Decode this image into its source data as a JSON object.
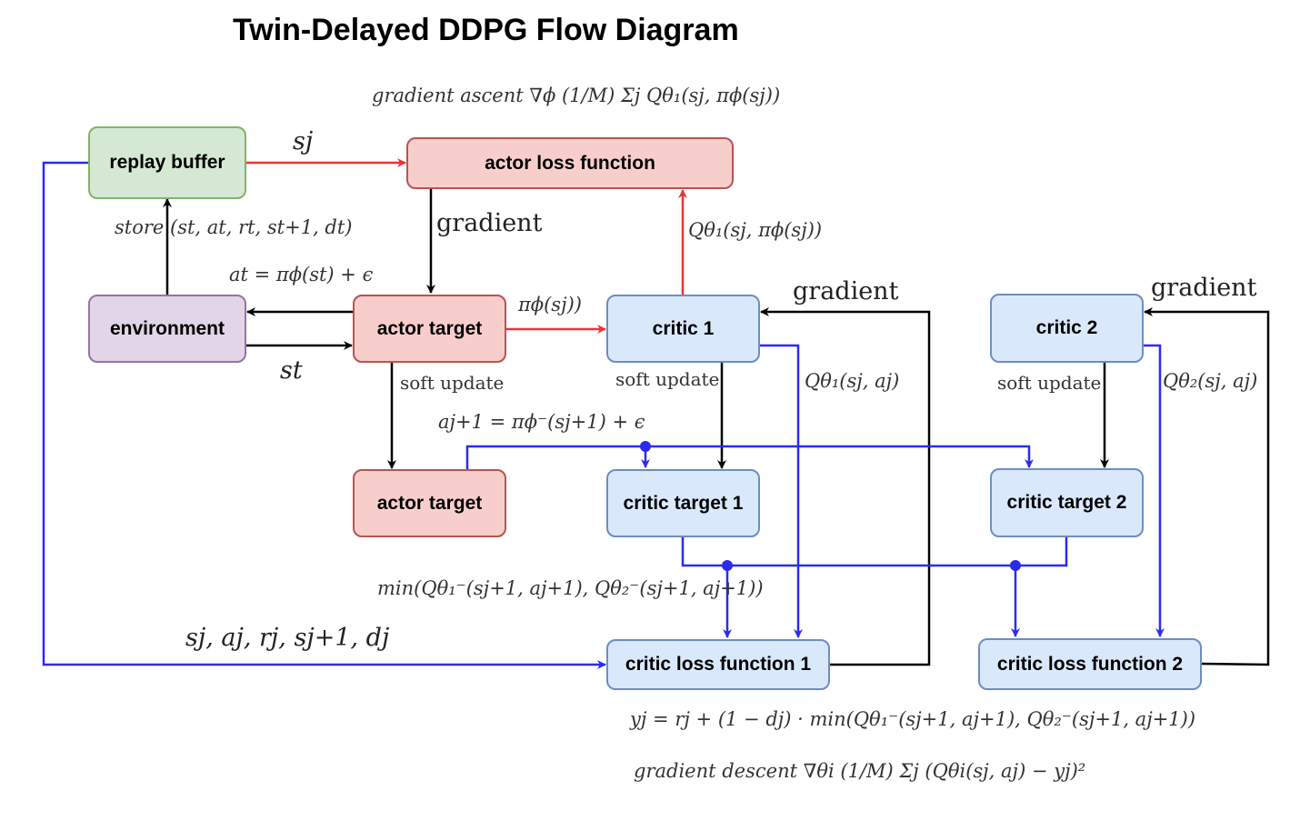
{
  "title": "Twin-Delayed DDPG Flow Diagram",
  "colors": {
    "blue_arrow": "#2b2bf0",
    "red_arrow": "#e83535",
    "black_arrow": "#000000"
  },
  "nodes": {
    "replay_buffer": "replay buffer",
    "actor_loss": "actor loss function",
    "environment": "environment",
    "actor_target_top": "actor target",
    "actor_target_bottom": "actor target",
    "critic1": "critic 1",
    "critic2": "critic 2",
    "critic_target1": "critic target 1",
    "critic_target2": "critic target 2",
    "critic_loss1": "critic loss function 1",
    "critic_loss2": "critic loss function 2"
  },
  "labels": {
    "gradient_ascent": "gradient ascent   ∇ϕ (1/M) Σj Qθ₁(sj, πϕ(sj))",
    "s_j": "sj",
    "store": "store (st, at, rt, st+1, dt)",
    "a_t": "at = πϕ(st) + ϵ",
    "gradient_actor": "gradient",
    "q_theta1_pi": "Qθ₁(sj, πϕ(sj))",
    "gradient_critic1": "gradient",
    "gradient_critic2": "gradient",
    "pi_phi": "πϕ(sj))",
    "s_t": "st",
    "soft_update_actor": "soft update",
    "soft_update_critic1": "soft update",
    "soft_update_critic2": "soft update",
    "q_theta1_sa": "Qθ₁(sj, aj)",
    "q_theta2_sa": "Qθ₂(sj, aj)",
    "a_j1": "aj+1 = πϕ⁻(sj+1) + ϵ",
    "min_q": "min(Qθ₁⁻(sj+1, aj+1), Qθ₂⁻(sj+1, aj+1))",
    "batch": "sj, aj, rj, sj+1, dj",
    "y_j": "yj = rj + (1 − dj) · min(Qθ₁⁻(sj+1, aj+1), Qθ₂⁻(sj+1, aj+1))",
    "gradient_descent": "gradient descent   ∇θi (1/M) Σj (Qθi(sj, aj) − yj)²"
  }
}
